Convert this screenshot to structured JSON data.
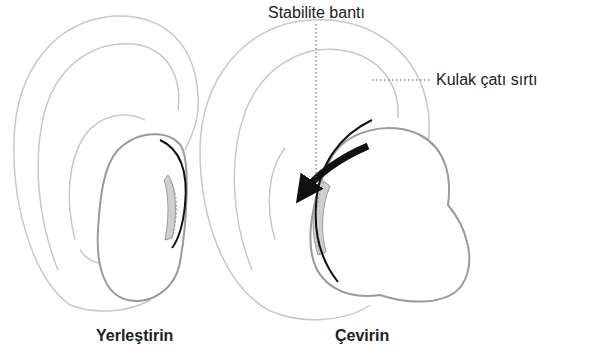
{
  "diagram": {
    "labels": [
      "Stabilite bantı",
      "Kulak çatı sırtı",
      "Yerleştirin",
      "Çevirin"
    ]
  }
}
